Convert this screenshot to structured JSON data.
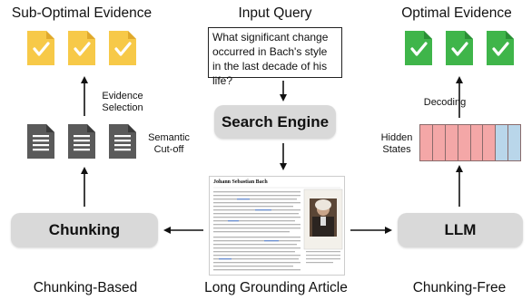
{
  "labels": {
    "sub_optimal": "Sub-Optimal Evidence",
    "input_query": "Input Query",
    "optimal": "Optimal Evidence",
    "evidence_selection": "Evidence\nSelection",
    "semantic_cutoff": "Semantic\nCut-off",
    "decoding": "Decoding",
    "hidden_states": "Hidden\nStates",
    "chunking_based": "Chunking-Based",
    "long_grounding": "Long Grounding Article",
    "chunking_free": "Chunking-Free"
  },
  "query_text": "What significant change occurred in Bach's style in the last decade of his life?",
  "boxes": {
    "search_engine": "Search Engine",
    "chunking": "Chunking",
    "llm": "LLM"
  },
  "article": {
    "title": "Johann Sebastian Bach"
  },
  "colors": {
    "suboptimal_doc": "#f7c948",
    "optimal_doc": "#3fb54a",
    "gray_doc": "#5a5a5a",
    "hidden_fill": "#f4a7a7",
    "hidden_fill_alt": "#b9d6ea",
    "box_fill": "#d9d9d9"
  },
  "icons": [
    "document-check-icon",
    "document-lines-icon",
    "article-thumbnail"
  ]
}
